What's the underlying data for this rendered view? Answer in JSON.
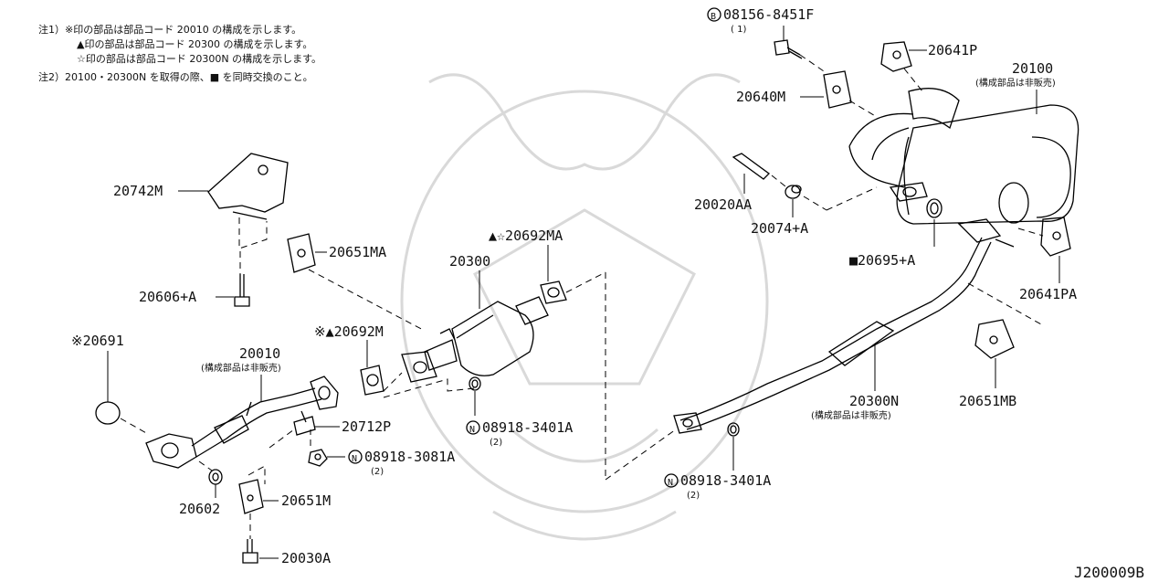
{
  "notes": {
    "line1": "注1）※印の部品は部品コード 20010 の構成を示します。",
    "line2": "▲印の部品は部品コード 20300 の構成を示します。",
    "line3": "☆印の部品は部品コード 20300N の構成を示します。",
    "line4": "注2）20100・20300N を取得の際、■ を同時交換のこと。"
  },
  "labels": {
    "p08156": "08156-8451F",
    "p08156_qty": "( 1)",
    "p20641P": "20641P",
    "p20100": "20100",
    "p20100_sub": "(構成部品は非販売)",
    "p20640M": "20640M",
    "p20020AA": "20020AA",
    "p20074A": "20074+A",
    "p20695A": "20695+A",
    "p20641PA": "20641PA",
    "p20651MB": "20651MB",
    "p20300N": "20300N",
    "p20300N_sub": "(構成部品は非販売)",
    "p08918_3401A_r": "08918-3401A",
    "p08918_3401A_r_qty": "(2)",
    "p20742M": "20742M",
    "p20651MA": "20651MA",
    "p20606A": "20606+A",
    "p20692MA": "▲☆20692MA",
    "p20300": "20300",
    "p20692M": "※▲20692M",
    "p20691": "※20691",
    "p20010": "20010",
    "p20010_sub": "(構成部品は非販売)",
    "p20712P": "20712P",
    "p08918_3081A": "08918-3081A",
    "p08918_3081A_qty": "(2)",
    "p08918_3401A_m": "08918-3401A",
    "p08918_3401A_m_qty": "(2)",
    "p20602": "20602",
    "p20651M": "20651M",
    "p20030A": "20030A",
    "p20695_marker": "■20695+A",
    "figure_code": "J200009B",
    "sym_B": "B",
    "sym_N": "N"
  }
}
